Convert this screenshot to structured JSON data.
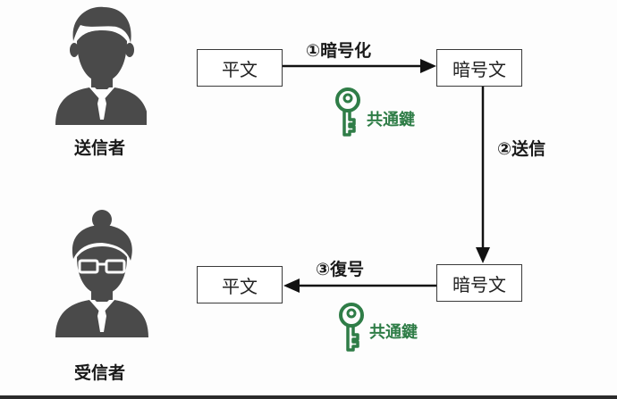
{
  "sender": {
    "label": "送信者"
  },
  "receiver": {
    "label": "受信者"
  },
  "boxes": {
    "plaintext_top": "平文",
    "ciphertext_top": "暗号文",
    "ciphertext_bottom": "暗号文",
    "plaintext_bottom": "平文"
  },
  "steps": {
    "encrypt": "①暗号化",
    "send": "②送信",
    "decrypt": "③復号"
  },
  "keys": {
    "top": "共通鍵",
    "bottom": "共通鍵"
  },
  "colors": {
    "person": "#4a4a4a",
    "key": "#2f7d47",
    "arrow": "#111111"
  },
  "icons": [
    "sender-person-icon",
    "receiver-person-icon",
    "key-icon"
  ]
}
